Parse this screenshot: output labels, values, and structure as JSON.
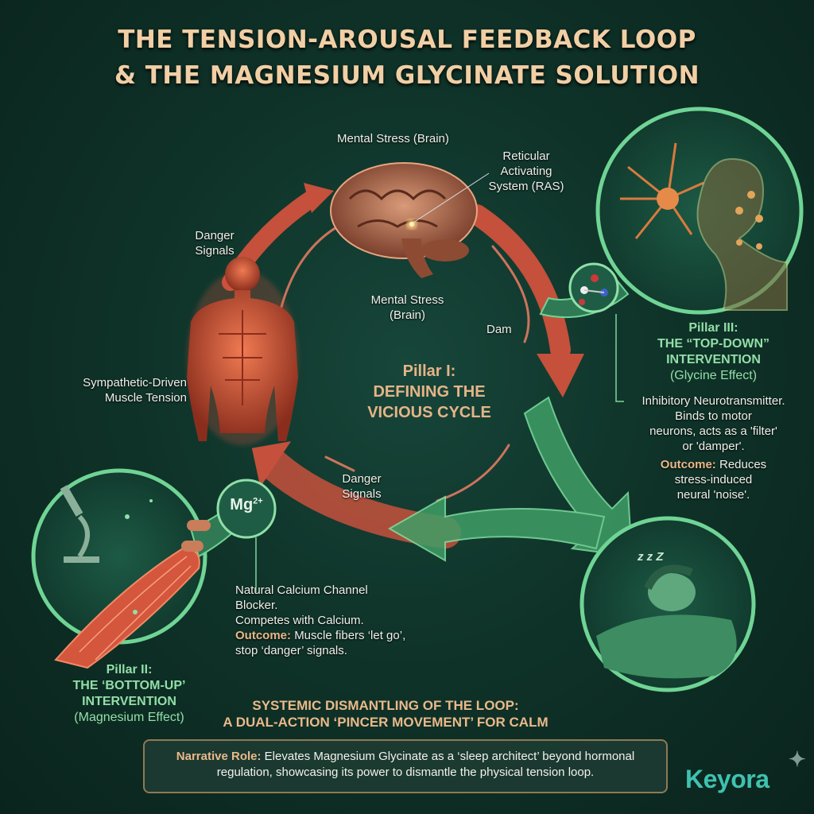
{
  "title": {
    "line1": "THE TENSION-AROUSAL FEEDBACK LOOP",
    "line2": "& THE MAGNESIUM GLYCINATE SOLUTION"
  },
  "cycle": {
    "brain_label_top": "Mental Stress (Brain)",
    "ras_label": "Reticular Activating System (RAS)",
    "brain_label_inner": "Mental Stress (Brain)",
    "danger_signals_top": "Danger Signals",
    "danger_signals_bottom": "Danger Signals",
    "dam_label": "Dam",
    "muscle_label": "Sympathetic-Driven Muscle Tension"
  },
  "pillar1": {
    "heading": "Pillar I:",
    "title_line1": "DEFINING THE",
    "title_line2": "VICIOUS CYCLE"
  },
  "pillar2": {
    "heading": "Pillar II:",
    "title_line1": "THE ‘BOTTOM-UP’",
    "title_line2": "INTERVENTION",
    "subtitle": "(Magnesium Effect)",
    "ion_label": "Mg",
    "ion_charge": "2+",
    "desc_line1": "Natural Calcium Channel",
    "desc_line2": "Blocker.",
    "desc_line3": "Competes with Calcium.",
    "outcome_label": "Outcome:",
    "outcome_text": "Muscle fibers ‘let go’,",
    "outcome_text2": "stop ‘danger’ signals."
  },
  "pillar3": {
    "heading": "Pillar III:",
    "title_line1": "THE “TOP-DOWN”",
    "title_line2": "INTERVENTION",
    "subtitle": "(Glycine Effect)",
    "desc_line1": "Inhibitory Neurotransmitter.",
    "desc_line2": "Binds to motor",
    "desc_line3": "neurons, acts as a 'filter'",
    "desc_line4": "or 'damper'.",
    "outcome_label": "Outcome:",
    "outcome_text": "Reduces",
    "outcome_text2": "stress-induced",
    "outcome_text3": "neural 'noise'."
  },
  "systemic": {
    "line1": "SYSTEMIC DISMANTLING OF THE LOOP:",
    "line2": "A DUAL-ACTION ‘PINCER MOVEMENT’ FOR CALM"
  },
  "narrative": {
    "label": "Narrative Role:",
    "text": "Elevates Magnesium Glycinate as a ‘sleep architect’ beyond hormonal regulation, showcasing its power to dismantle the physical tension loop."
  },
  "brand": {
    "logo": "Keyora"
  },
  "sleep": {
    "zzz": "z z Z"
  },
  "colors": {
    "red_arrow": "#e0553f",
    "green_arrow": "#4fc27d",
    "gold": "#e9b98a",
    "green_text": "#93dfa8"
  }
}
